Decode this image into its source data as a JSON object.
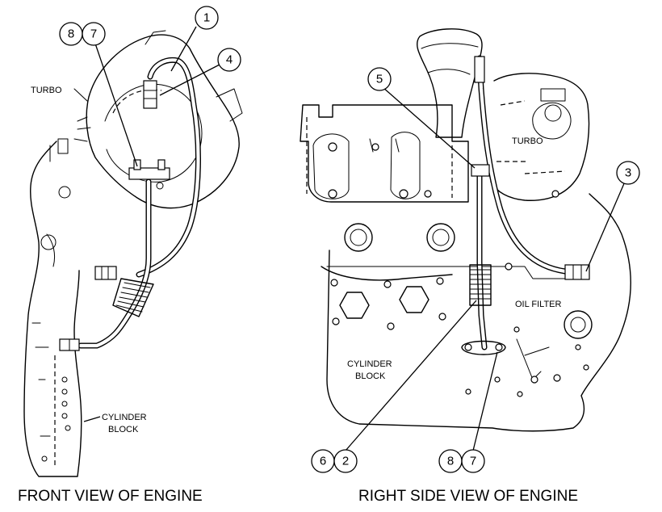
{
  "captions": {
    "front": "FRONT VIEW OF ENGINE",
    "right": "RIGHT SIDE VIEW OF ENGINE"
  },
  "labels": {
    "turbo_front": "TURBO",
    "cyl_front_1": "CYLINDER",
    "cyl_front_2": "BLOCK",
    "turbo_right": "TURBO",
    "oil_filter": "OIL FILTER",
    "cyl_right_1": "CYLINDER",
    "cyl_right_2": "BLOCK"
  },
  "callouts": {
    "c8_front": "8",
    "c7_front": "7",
    "c1": "1",
    "c4": "4",
    "c5": "5",
    "c3": "3",
    "c6": "6",
    "c2": "2",
    "c8_right": "8",
    "c7_right": "7"
  }
}
